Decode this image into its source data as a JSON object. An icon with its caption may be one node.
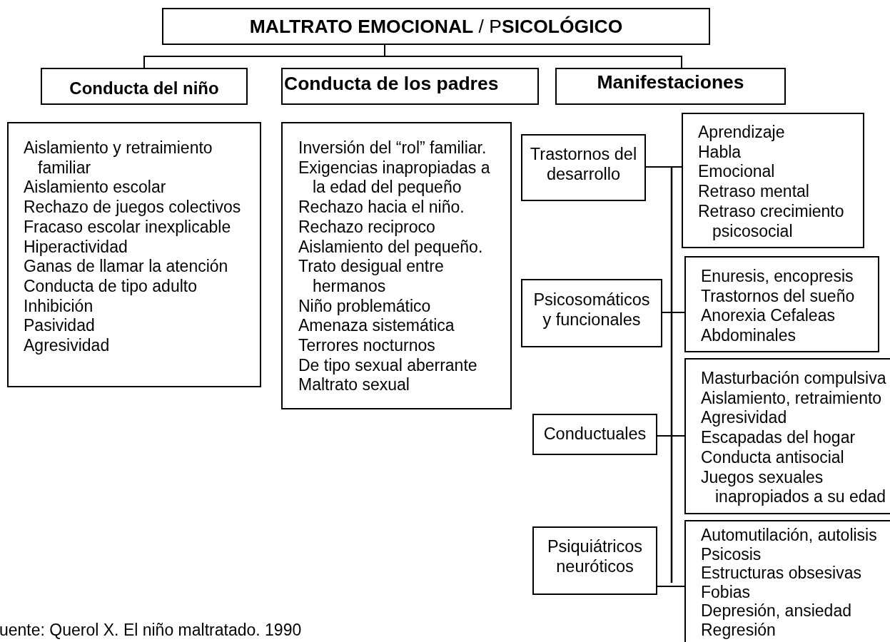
{
  "diagram": {
    "nodes": [
      {
        "text": [
          "**MALTRATO EMOCIONAL** / P**SICOLÓGICO**"
        ]
      },
      {
        "text": [
          "Conducta del niño"
        ]
      },
      {
        "text": [
          "Conducta de los padres"
        ]
      },
      {
        "text": [
          "Manifestaciones"
        ]
      },
      {
        "text": [
          "Aislamiento y retraimiento familiar",
          "Aislamiento escolar",
          "Rechazo de juegos colectivos",
          "Fracaso escolar inexplicable",
          "Hiperactividad",
          "Ganas de llamar la atención",
          "Conducta de tipo adulto",
          "Inhibición",
          "Pasividad",
          "Agresividad"
        ]
      },
      {
        "text": [
          "Inversión del “rol”  familiar.",
          "Exigencias inapropiadas a la edad del pequeño",
          "Rechazo hacia el niño.",
          "Rechazo reciproco",
          "Aislamiento del pequeño.",
          "Trato desigual entre hermanos",
          "Niño problemático",
          "Amenaza sistemática",
          "Terrores nocturnos",
          "De tipo sexual aberrante",
          "Maltrato sexual"
        ]
      },
      {
        "text": [
          "Trastornos del desarrollo"
        ]
      },
      {
        "text": [
          "Aprendizaje",
          "Habla",
          "Emocional",
          "Retraso mental",
          "Retraso crecimiento psicosocial"
        ]
      },
      {
        "text": [
          "Psicosomáticos y funcionales"
        ]
      },
      {
        "text": [
          "Enuresis, encopresis",
          "Trastornos del sueño",
          "Anorexia Cefaleas",
          "Abdominales"
        ]
      },
      {
        "text": [
          "Conductuales"
        ]
      },
      {
        "text": [
          "Masturbación compulsiva",
          "Aislamiento, retraimiento",
          "Agresividad",
          "Escapadas del hogar",
          "Conducta antisocial",
          "Juegos sexuales inapropiados a su edad"
        ]
      },
      {
        "text": [
          "Psiquiátricos neuróticos"
        ]
      },
      {
        "text": [
          "Automutilación, autolisis",
          "Psicosis",
          "Estructuras obsesivas",
          "Fobias",
          "Depresión, ansiedad",
          "Regresión"
        ]
      }
    ],
    "edges": [
      {
        "from": 0,
        "to": 1,
        "arrow": "none"
      },
      {
        "from": 0,
        "to": 3,
        "arrow": "none"
      },
      {
        "from": 6,
        "to": 7,
        "arrow": "none"
      },
      {
        "from": 8,
        "to": 9,
        "arrow": "none"
      },
      {
        "from": 10,
        "to": 11,
        "arrow": "none"
      },
      {
        "from": 12,
        "to": 13,
        "arrow": "none"
      }
    ],
    "labels": [
      "uente: Querol X. El niño maltratado. 1990"
    ]
  }
}
